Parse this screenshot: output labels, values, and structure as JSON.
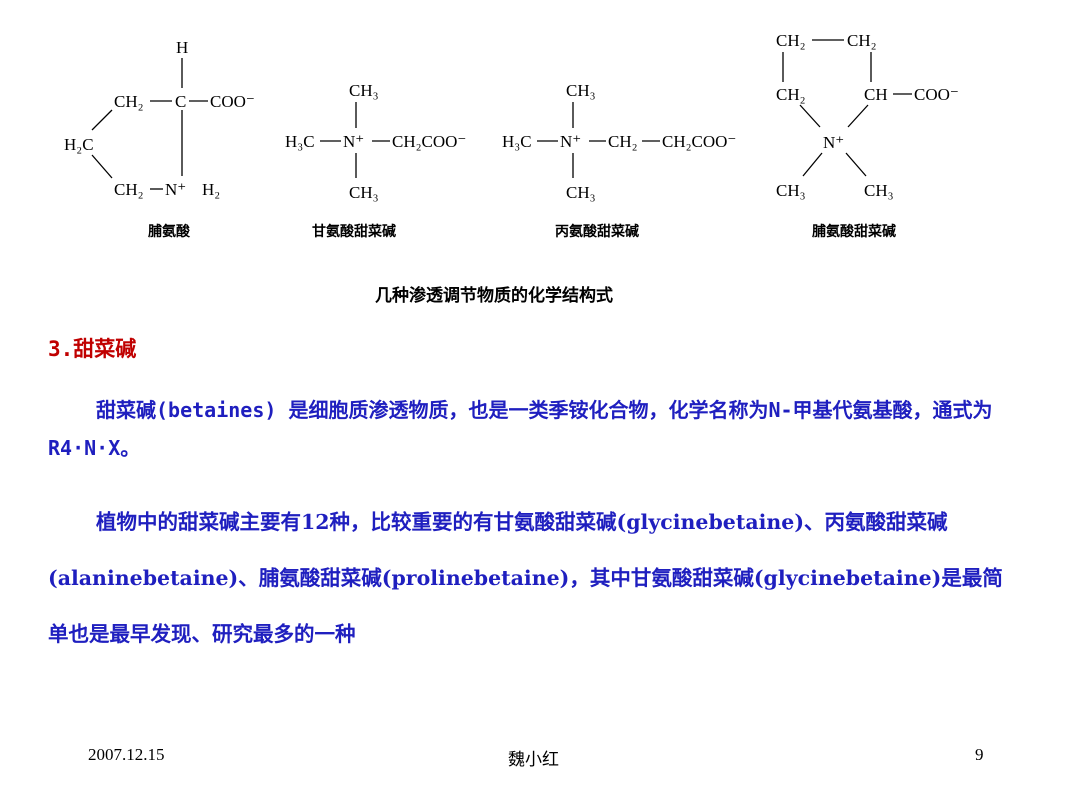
{
  "figure": {
    "structures": [
      {
        "name": "脯氨酸",
        "atoms": {
          "h_top": "H",
          "ch2_top": "CH₂",
          "c_alpha": "C",
          "coo": "COO⁻",
          "h2c": "H₂C",
          "ch2_bottom": "CH₂",
          "n": "N⁺",
          "h2": "H₂"
        }
      },
      {
        "name": "甘氨酸甜菜碱",
        "atoms": {
          "ch3_top": "CH₃",
          "h3c": "H₃C",
          "n": "N⁺",
          "chain": "CH₂COO⁻",
          "ch3_bottom": "CH₃"
        }
      },
      {
        "name": "丙氨酸甜菜碱",
        "atoms": {
          "ch3_top": "CH₃",
          "h3c": "H₃C",
          "n": "N⁺",
          "ch2": "CH₂",
          "chain": "CH₂COO⁻",
          "ch3_bottom": "CH₃"
        }
      },
      {
        "name": "脯氨酸甜菜碱",
        "atoms": {
          "ch2_tl": "CH₂",
          "ch2_tr": "CH₂",
          "ch2_ml": "CH₂",
          "ch": "CH",
          "coo": "COO⁻",
          "n": "N⁺",
          "ch3_l": "CH₃",
          "ch3_r": "CH₃"
        }
      }
    ],
    "caption": "几种渗透调节物质的化学结构式"
  },
  "section": {
    "heading": "3.甜菜碱",
    "paragraph1": "甜菜碱(betaines) 是细胞质渗透物质，也是一类季铵化合物，化学名称为N-甲基代氨基酸，通式为R4·N·X。",
    "paragraph2": "植物中的甜菜碱主要有12种，比较重要的有甘氨酸甜菜碱(glycinebetaine)、丙氨酸甜菜碱(alaninebetaine)、脯氨酸甜菜碱(prolinebetaine)，其中甘氨酸甜菜碱(glycinebetaine)是最简单也是最早发现、研究最多的一种"
  },
  "footer": {
    "date": "2007.12.15",
    "author": "魏小红",
    "page": "9"
  }
}
